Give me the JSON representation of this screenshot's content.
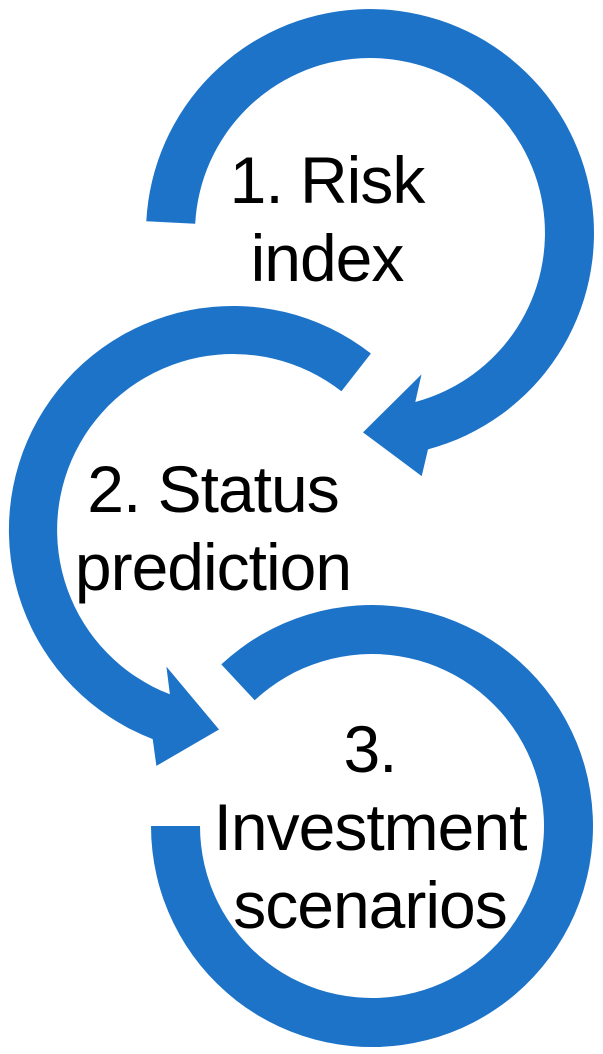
{
  "colors": {
    "accent": "#1C73C8",
    "text": "#000000",
    "background": "#FFFFFF"
  },
  "diagram": {
    "type": "cycle-process",
    "steps": [
      {
        "number": "1",
        "label": "1. Risk index",
        "lines": [
          "1. Risk",
          "index"
        ]
      },
      {
        "number": "2",
        "label": "2. Status prediction",
        "lines": [
          "2. Status",
          "prediction"
        ]
      },
      {
        "number": "3",
        "label": "3. Investment scenarios",
        "lines": [
          "3.",
          "Investment",
          "scenarios"
        ]
      }
    ]
  }
}
